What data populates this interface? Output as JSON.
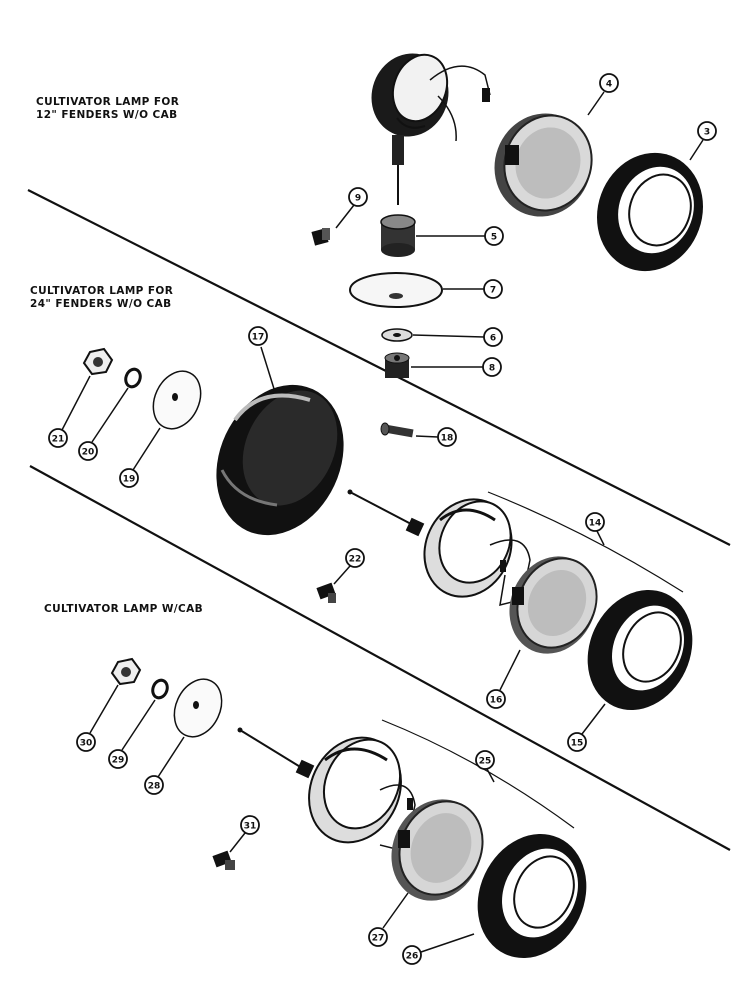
{
  "sections": [
    {
      "line1": "CULTIVATOR LAMP FOR",
      "line2": "12\" FENDERS W/O CAB"
    },
    {
      "line1": "CULTIVATOR LAMP FOR",
      "line2": "24\" FENDERS W/O CAB"
    },
    {
      "line1": "CULTIVATOR LAMP W/CAB",
      "line2": ""
    }
  ],
  "callouts": {
    "c3": "3",
    "c4": "4",
    "c5": "5",
    "c6": "6",
    "c7": "7",
    "c8": "8",
    "c9": "9",
    "c14": "14",
    "c15": "15",
    "c16": "16",
    "c17": "17",
    "c18": "18",
    "c19": "19",
    "c20": "20",
    "c21": "21",
    "c22": "22",
    "c25": "25",
    "c26": "26",
    "c27": "27",
    "c28": "28",
    "c29": "29",
    "c30": "30",
    "c31": "31"
  }
}
